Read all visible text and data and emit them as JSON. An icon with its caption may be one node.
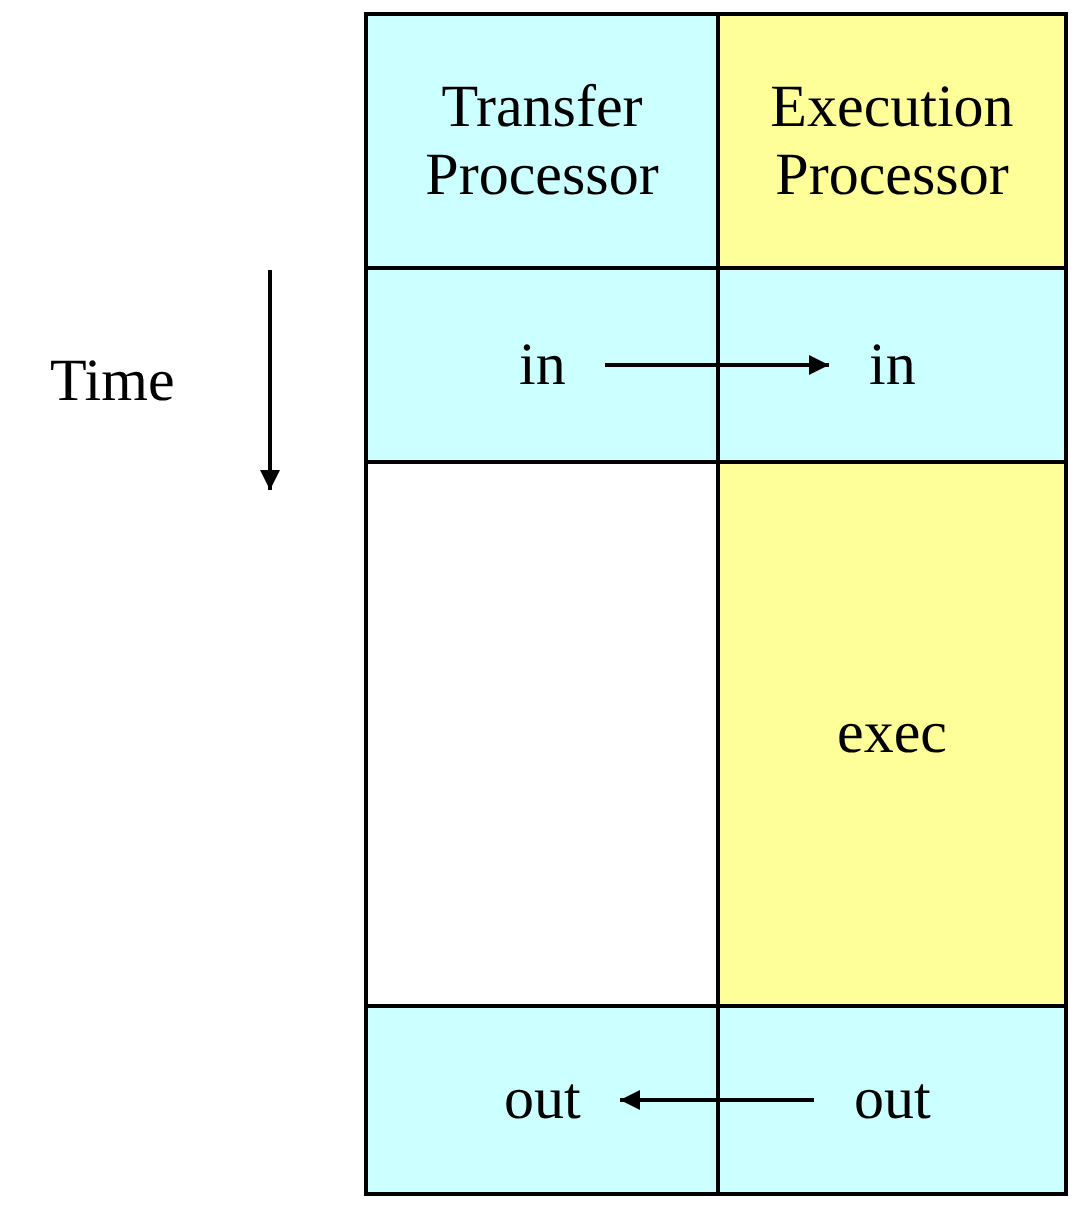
{
  "diagram": {
    "nodes": [
      {
        "text": [
          "Transfer Processor"
        ]
      },
      {
        "text": [
          "Execution Processor"
        ]
      },
      {
        "text": [
          "in"
        ]
      },
      {
        "text": [
          "in"
        ]
      },
      {
        "text": [
          "exec"
        ]
      },
      {
        "text": [
          "out"
        ]
      },
      {
        "text": [
          "out"
        ]
      }
    ],
    "edges": [
      {
        "from": 2,
        "to": 3,
        "arrow": "to"
      },
      {
        "from": 6,
        "to": 5,
        "arrow": "to"
      }
    ],
    "labels": [
      "Time"
    ]
  }
}
